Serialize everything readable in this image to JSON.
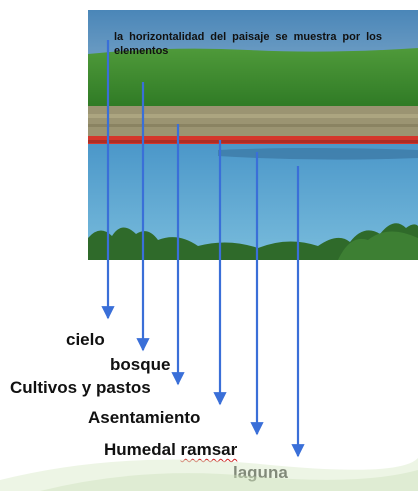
{
  "caption": "la horizontalidad del paisaje se muestra por los elementos",
  "labels": [
    {
      "key": "cielo",
      "text": "cielo"
    },
    {
      "key": "bosque",
      "text": "bosque"
    },
    {
      "key": "cultivos",
      "text": "Cultivos y pastos"
    },
    {
      "key": "asentamiento",
      "text": "Asentamiento"
    },
    {
      "key": "humedal",
      "text": "Humedal ",
      "suffix": "ramsar"
    },
    {
      "key": "laguna",
      "text": "laguna"
    }
  ],
  "colors": {
    "arrow": "#3a6fd8",
    "sky": "#3f7fb6",
    "forest": "#3d8a2e",
    "fields": "#9a9270",
    "settlement_band": "#d8322a",
    "water": "#5aa6cf",
    "shore_vegetation": "#2f6a2a"
  }
}
